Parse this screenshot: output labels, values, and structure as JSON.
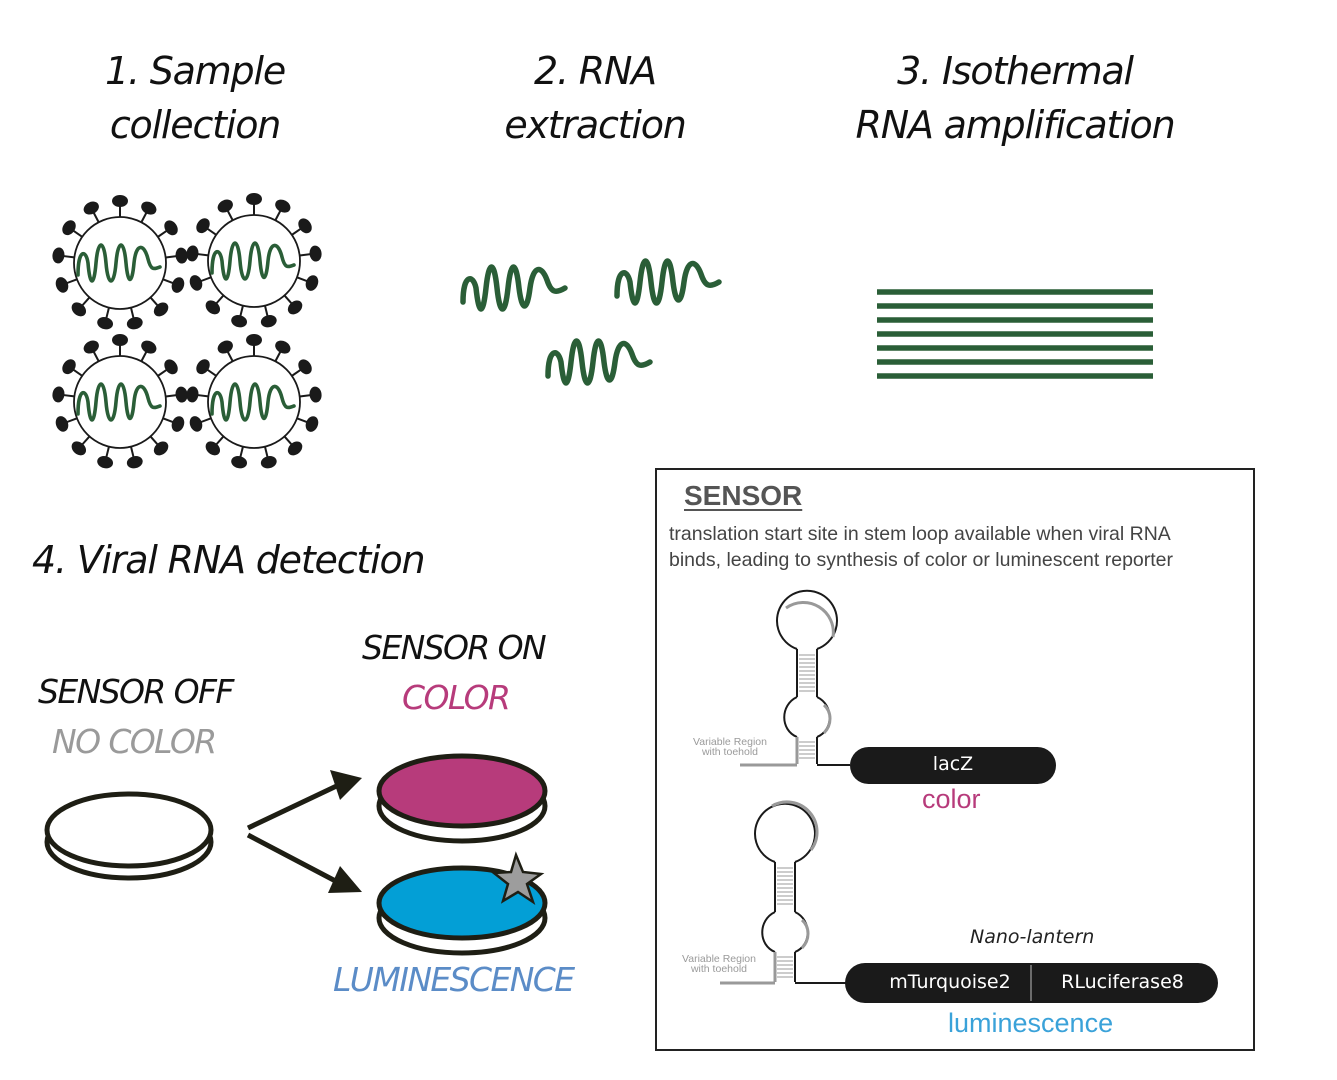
{
  "steps": [
    {
      "number": "1.",
      "title_line1": "1. Sample",
      "title_line2": "collection",
      "icon": "virus-particles-icon"
    },
    {
      "number": "2.",
      "title_line1": "2. RNA",
      "title_line2": "extraction",
      "icon": "rna-strands-icon"
    },
    {
      "number": "3.",
      "title_line1": "3. Isothermal",
      "title_line2": "RNA amplification",
      "icon": "amplified-rna-lines-icon"
    },
    {
      "number": "4.",
      "title": "4. Viral RNA detection",
      "icon": "petri-dish-icon"
    }
  ],
  "detection": {
    "sensor_off": "SENSOR OFF",
    "no_color": "NO COLOR",
    "sensor_on": "SENSOR ON",
    "color": "COLOR",
    "luminescence": "LUMINESCENCE"
  },
  "sensor_panel": {
    "title": "SENSOR",
    "description_line1": "translation start site in stem loop available when viral RNA",
    "description_line2": "binds, leading to synthesis of color or luminescent reporter",
    "constructs": [
      {
        "variable_region_line1": "Variable Region",
        "variable_region_line2": "with toehold",
        "reporter_segments": [
          "lacZ"
        ],
        "output": "color"
      },
      {
        "variable_region_line1": "Variable Region",
        "variable_region_line2": "with toehold",
        "reporter_name": "Nano-lantern",
        "reporter_segments": [
          "mTurquoise2",
          "RLuciferase8"
        ],
        "output": "luminescence"
      }
    ]
  },
  "colors": {
    "rna_green": "#2a5e37",
    "magenta": "#b73b7b",
    "cyan": "#039fd6",
    "luminescence_blue": "#5b8cc7",
    "no_color_gray": "#9a9a9a",
    "luminescence_text": "#3aa2d9",
    "color_text": "#b73b7b",
    "star_gray": "#9d9d9d"
  }
}
